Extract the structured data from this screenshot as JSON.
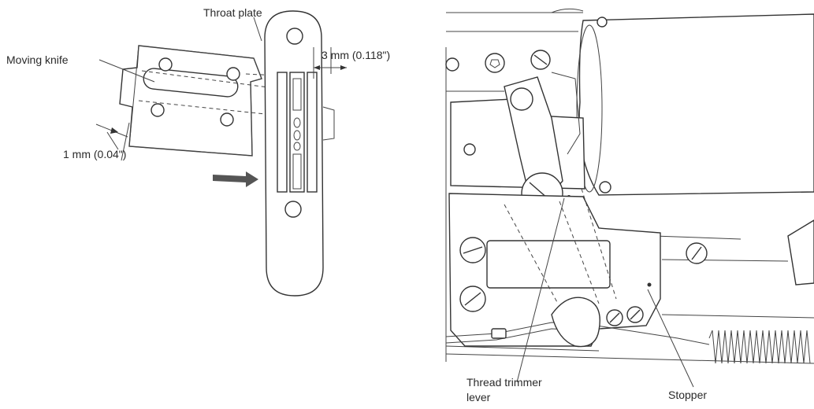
{
  "left_figure": {
    "labels": {
      "throat_plate": "Throat plate",
      "moving_knife": "Moving knife",
      "gap_3mm": "3 mm (0.118\")",
      "gap_1mm": "1 mm (0.04\")"
    }
  },
  "right_figure": {
    "labels": {
      "thread_trimmer_lever_line1": "Thread trimmer",
      "thread_trimmer_lever_line2": "lever",
      "stopper": "Stopper"
    }
  }
}
